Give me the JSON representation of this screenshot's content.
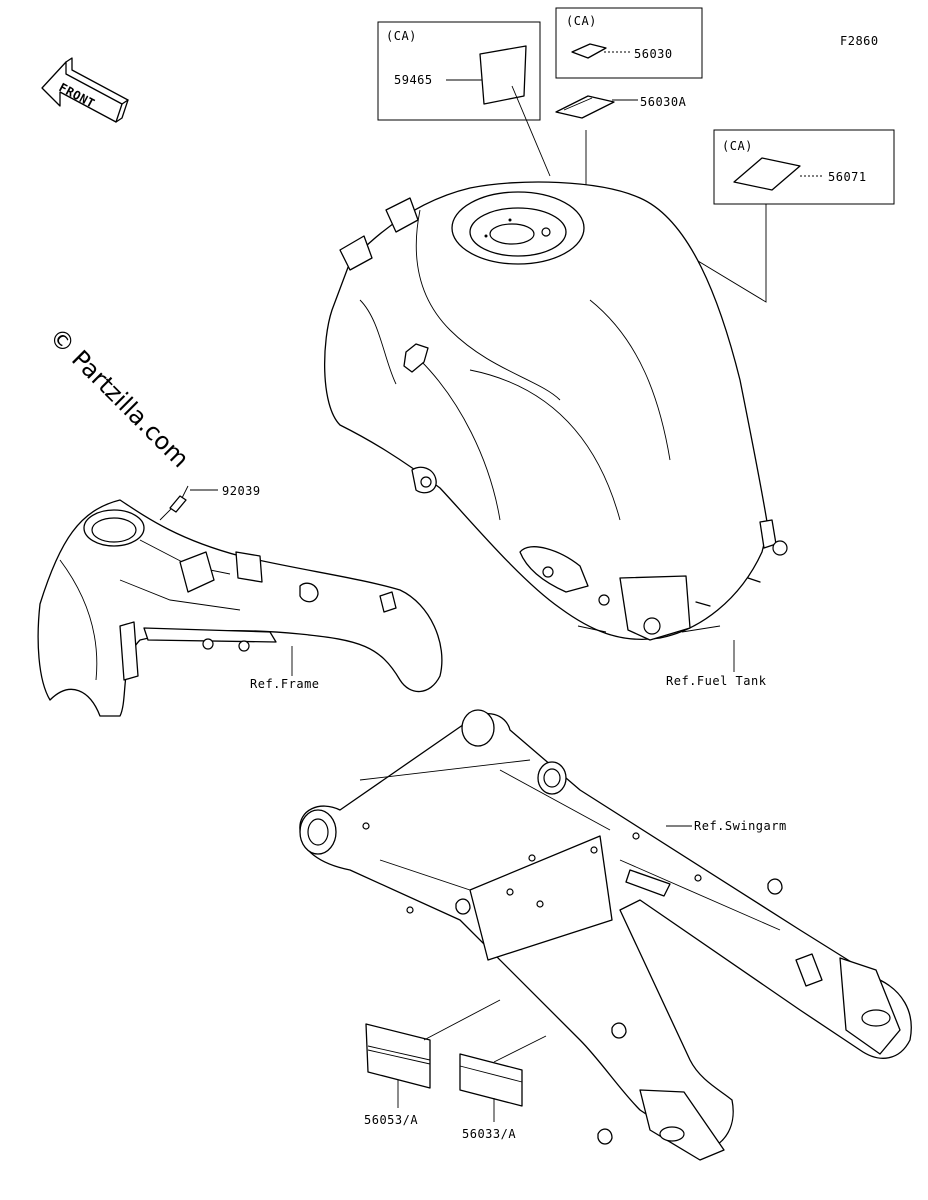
{
  "diagram_code": "F2860",
  "front_arrow_label": "FRONT",
  "watermark": "© Partzilla.com",
  "ca_label": "(CA)",
  "parts": {
    "p59465": "59465",
    "p56030": "56030",
    "p56030A": "56030A",
    "p56071": "56071",
    "p92039": "92039",
    "p56053A": "56053/A",
    "p56033A": "56033/A"
  },
  "references": {
    "frame": "Ref.Frame",
    "fuel_tank": "Ref.Fuel Tank",
    "swingarm": "Ref.Swingarm"
  }
}
